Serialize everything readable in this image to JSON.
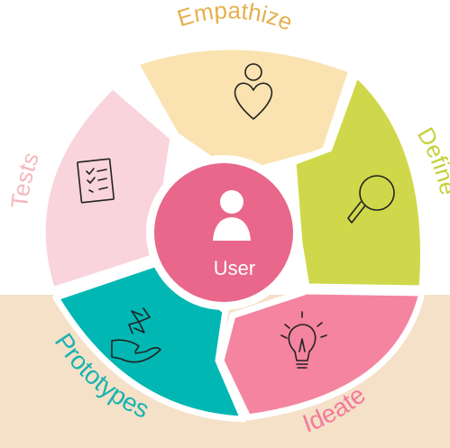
{
  "center": {
    "label": "User",
    "color": "#e8678a"
  },
  "stages": [
    {
      "id": "empathize",
      "label": "Empathize",
      "color": "#fae3b0",
      "text_color": "#e6b04e",
      "icon": "heart-person-icon"
    },
    {
      "id": "define",
      "label": "Define",
      "color": "#cfd84a",
      "text_color": "#c4d13a",
      "icon": "magnifier-icon"
    },
    {
      "id": "ideate",
      "label": "Ideate",
      "color": "#f4849f",
      "text_color": "#f37a9b",
      "icon": "lightbulb-icon"
    },
    {
      "id": "prototypes",
      "label": "Prototypes",
      "color": "#00b7b3",
      "text_color": "#19b3b0",
      "icon": "hand-pinwheel-icon"
    },
    {
      "id": "tests",
      "label": "Tests",
      "color": "#f9d4dc",
      "text_color": "#f4b8bd",
      "icon": "checklist-icon"
    }
  ],
  "background": {
    "band_color": "#f5e0c8"
  }
}
